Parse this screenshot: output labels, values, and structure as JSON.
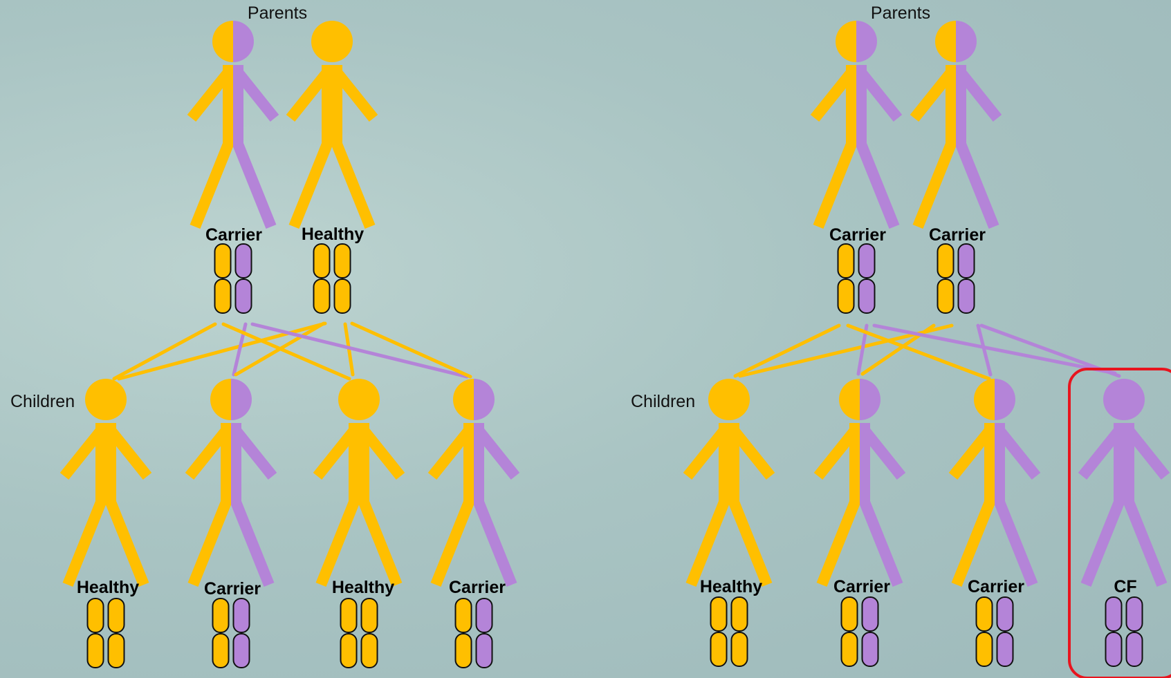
{
  "colors": {
    "healthy_allele": "#ffbf00",
    "cf_allele": "#b484d8",
    "highlight": "#e8141e",
    "chromosome_outline": "#111111"
  },
  "panels": [
    {
      "parents_label": "Parents",
      "children_label": "Children",
      "parents": [
        {
          "status": "Carrier",
          "alleles": [
            "healthy",
            "cf"
          ]
        },
        {
          "status": "Healthy",
          "alleles": [
            "healthy",
            "healthy"
          ]
        }
      ],
      "children": [
        {
          "status": "Healthy",
          "alleles": [
            "healthy",
            "healthy"
          ]
        },
        {
          "status": "Carrier",
          "alleles": [
            "healthy",
            "cf"
          ]
        },
        {
          "status": "Healthy",
          "alleles": [
            "healthy",
            "healthy"
          ]
        },
        {
          "status": "Carrier",
          "alleles": [
            "healthy",
            "cf"
          ]
        }
      ]
    },
    {
      "parents_label": "Parents",
      "children_label": "Children",
      "parents": [
        {
          "status": "Carrier",
          "alleles": [
            "healthy",
            "cf"
          ]
        },
        {
          "status": "Carrier",
          "alleles": [
            "healthy",
            "cf"
          ]
        }
      ],
      "children": [
        {
          "status": "Healthy",
          "alleles": [
            "healthy",
            "healthy"
          ]
        },
        {
          "status": "Carrier",
          "alleles": [
            "healthy",
            "cf"
          ]
        },
        {
          "status": "Carrier",
          "alleles": [
            "healthy",
            "cf"
          ]
        },
        {
          "status": "CF",
          "alleles": [
            "cf",
            "cf"
          ],
          "highlighted": true
        }
      ]
    }
  ]
}
